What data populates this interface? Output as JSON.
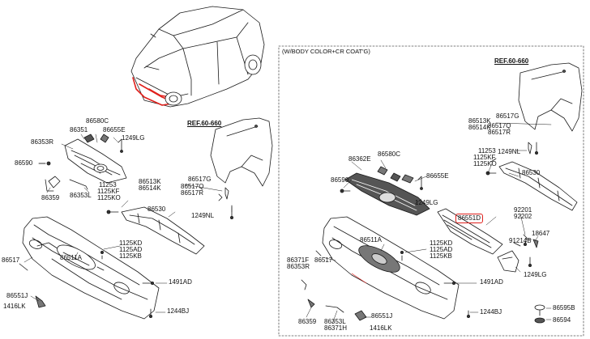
{
  "variant_box_title": "(W/BODY COLOR+CR COAT'G)",
  "left": {
    "ref_fender": "REF.60-660",
    "labels": {
      "p86580C": "86580C",
      "p86351": "86351",
      "p86655E": "86655E",
      "p86353R": "86353R",
      "p1249LG": "1249LG",
      "p86590": "86590",
      "p86359": "86359",
      "p86353L": "86353L",
      "p1125KF": "1125KF",
      "p1125KO": "1125KO",
      "p11253": "11253",
      "p86513K": "86513K",
      "p86514K": "86514K",
      "p86517G": "86517G",
      "p86517Q": "86517Q",
      "p86517R": "86517R",
      "p86530": "86530",
      "p1249NL": "1249NL",
      "p86517": "86517",
      "p86511A": "86511A",
      "p1125KD": "1125KD",
      "p1125AD": "1125AD",
      "p1125KB": "1125KB",
      "p86551J": "86551J",
      "p1416LK": "1416LK",
      "p1491AD": "1491AD",
      "p1244BJ": "1244BJ"
    }
  },
  "right": {
    "ref_fender": "REF.60-660",
    "highlight_part": "86551D",
    "labels": {
      "p86513K": "86513K",
      "p86514K": "86514K",
      "p86517G": "86517G",
      "p86517Q": "86517Q",
      "p86517R": "86517R",
      "p11253": "11253",
      "p1125KF": "1125KF",
      "p1125KO": "1125KO",
      "p1249NL": "1249NL",
      "p86362E": "86362E",
      "p86580C": "86580C",
      "p86655E": "86655E",
      "p86590": "86590",
      "p1249LG": "1249LG",
      "p86530": "86530",
      "p92201": "92201",
      "p92202": "92202",
      "p18647": "18647",
      "p91214B": "91214B",
      "p86511A": "86511A",
      "p1125KD": "1125KD",
      "p1125AD": "1125AD",
      "p1125KB": "1125KB",
      "p86371F": "86371F",
      "p86353R": "86353R",
      "p86517": "86517",
      "p1249LG_b": "1249LG",
      "p1491AD": "1491AD",
      "p86359": "86359",
      "p86353L": "86353L",
      "p86371H": "86371H",
      "p86551J": "86551J",
      "p1416LK": "1416LK",
      "p1244BJ": "1244BJ",
      "p86595B": "86595B",
      "p86594": "86594"
    }
  }
}
